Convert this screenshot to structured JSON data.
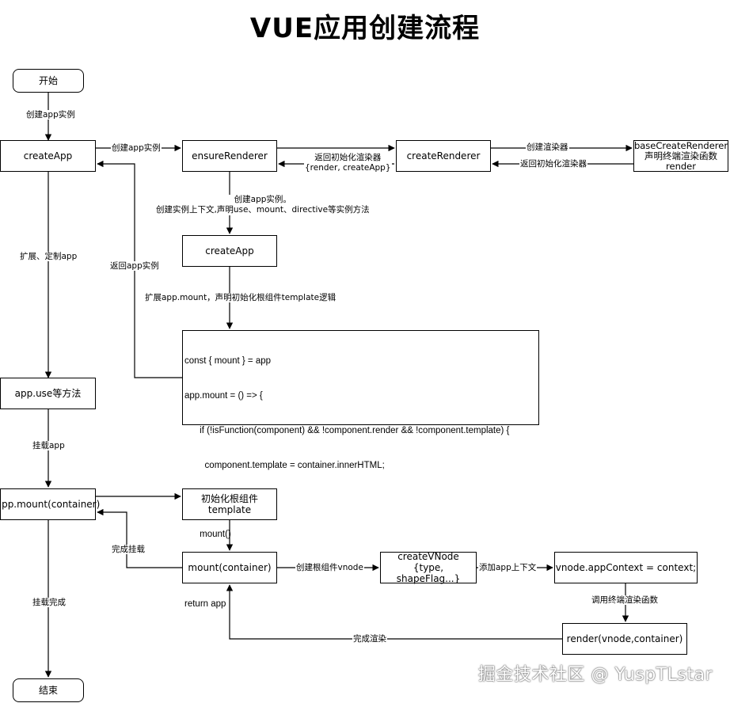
{
  "title": "VUE应用创建流程",
  "nodes": {
    "start": "开始",
    "create_app": "createApp",
    "ensure_renderer": "ensureRenderer",
    "create_renderer": "createRenderer",
    "base_create_renderer": [
      "baseCreateRenderer",
      "声明终端渲染函数",
      "render"
    ],
    "create_app_inner": "createApp",
    "app_use": "app.use等方法",
    "app_mount": "app.mount(container)",
    "init_root_template": [
      "初始化根组件",
      "template"
    ],
    "mount_container": "mount(container)",
    "create_vnode": [
      "createVNode",
      "{type, shapeFlag...}"
    ],
    "vnode_app_context": "vnode.appContext = context;",
    "render_call": "render(vnode,container)",
    "end": "结束"
  },
  "code_lines": [
    "const { mount } = app",
    "app.mount = () => {",
    "      if (!isFunction(component) && !component.render && !component.template) {",
    "        component.template = container.innerHTML;",
    "      }",
    "      mount()",
    "}",
    "return app"
  ],
  "edges": {
    "create_app_instance_1": "创建app实例",
    "create_app_instance_2": "创建app实例",
    "extend_custom_app": "扩展、定制app",
    "return_app_instance": "返回app实例",
    "return_init_renderer": [
      "返回初始化渲染器",
      "{render, createApp}"
    ],
    "create_renderer_label": "创建渲染器",
    "return_init_renderer_2": "返回初始化渲染器",
    "create_app_instance_ctx": [
      "创建app实例。",
      "创建实例上下文,声明use、mount、directive等实例方法"
    ],
    "extend_app_mount": "扩展app.mount，声明初始化根组件template逻辑",
    "mount_app": "挂载app",
    "mount_done_finish": "完成挂载",
    "create_root_vnode": "创建根组件vnode",
    "add_app_context": "添加app上下文",
    "call_terminal_render": "调用终端渲染函数",
    "render_done": "完成渲染",
    "mount_complete": "挂载完成"
  },
  "watermark": "掘金技术社区 @ YuspTLstar"
}
